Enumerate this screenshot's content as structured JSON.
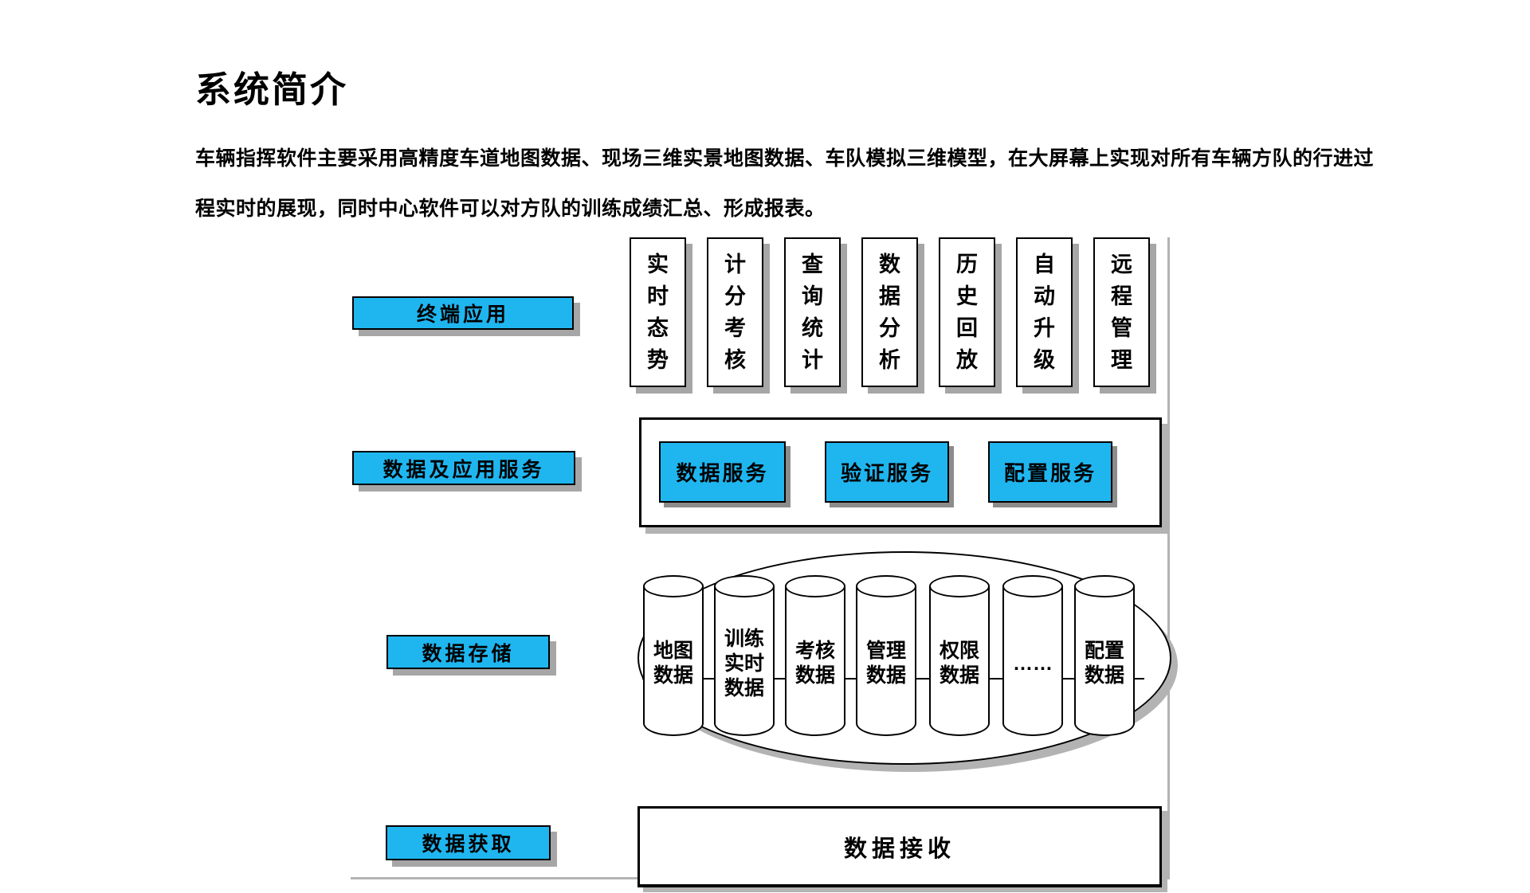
{
  "page": {
    "title": "系统简介",
    "intro": "车辆指挥软件主要采用高精度车道地图数据、现场三维实景地图数据、车队模拟三维模型，在大屏幕上实现对所有车辆方队的行进过程实时的展现，同时中心软件可以对方队的训练成绩汇总、形成报表。"
  },
  "diagram": {
    "row_labels": [
      "终端应用",
      "数据及应用服务",
      "数据存储",
      "数据获取"
    ],
    "applications": [
      "实时态势",
      "计分考核",
      "查询统计",
      "数据分析",
      "历史回放",
      "自动升级",
      "远程管理"
    ],
    "services": [
      "数据服务",
      "验证服务",
      "配置服务"
    ],
    "storage_cylinders": [
      "地图\n数据",
      "训练\n实时\n数据",
      "考核\n数据",
      "管理\n数据",
      "权限\n数据",
      "……",
      "配置\n数据"
    ],
    "receiver_label": "数据接收",
    "colors": {
      "accent_cyan": "#1fb6f0",
      "shadow_gray": "#a6a6a6",
      "frame_gray": "#b3b3b3",
      "border_black": "#000000"
    }
  }
}
